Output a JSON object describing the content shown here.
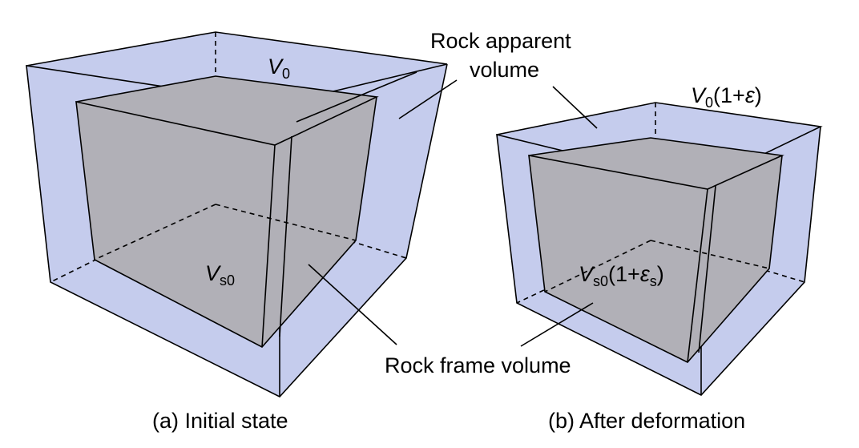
{
  "colors": {
    "outer_fill": "#c5cced",
    "inner_fill": "#b1b0b7",
    "line": "#000000"
  },
  "labels": {
    "rock_apparent_volume_line1": "Rock apparent",
    "rock_apparent_volume_line2": "volume",
    "rock_frame_volume": "Rock frame volume",
    "caption_a": "(a) Initial state",
    "caption_b": "(b) After deformation"
  },
  "symbols": {
    "v0": {
      "base": "V",
      "sub": "0"
    },
    "vs0": {
      "base": "V",
      "sub": "s0"
    },
    "v0_deformed": {
      "base": "V",
      "sub": "0",
      "open": "(1+",
      "eps": "ε",
      "close": ")"
    },
    "vs0_deformed": {
      "base": "V",
      "sub": "s0",
      "open": "(1+",
      "eps": "ε",
      "eps_sub": "s",
      "close": ")"
    }
  }
}
